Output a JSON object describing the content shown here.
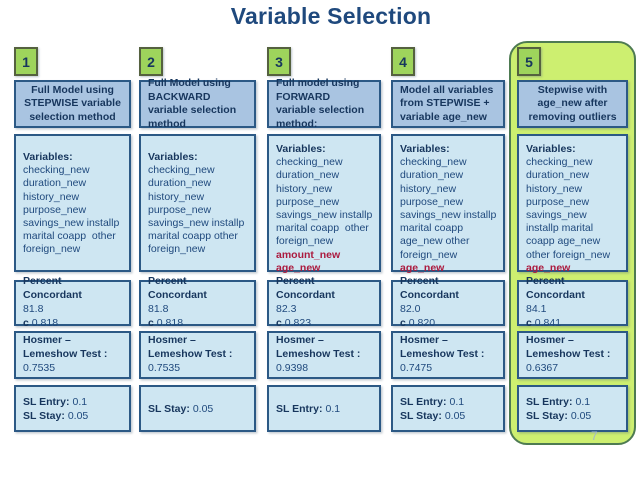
{
  "title": "Variable Selection",
  "page_number": "7",
  "colors": {
    "title_navy": "#1F497D",
    "box_border": "#2C5985",
    "header_fill": "#A9C4E1",
    "content_fill": "#CEE6F2",
    "badge_fill": "#9ED45C",
    "badge_border": "#55613F",
    "highlight_container_fill": "#CDEF70",
    "highlight_container_border": "#4E7B52",
    "highlight_red": "#AB1A3F"
  },
  "columns": [
    {
      "number": "1",
      "header": "Full Model using STEPWISE variable selection method",
      "variables_label": "Variables:",
      "variables": [
        {
          "t": "checking_new"
        },
        {
          "t": "duration_new"
        },
        {
          "t": "history_new"
        },
        {
          "t": "purpose_new"
        },
        {
          "t": "savings_new installp"
        },
        {
          "t": "marital coapp  other"
        },
        {
          "t": "foreign_new"
        }
      ],
      "percent": {
        "label": "Percent Concordant",
        "value": "81.8",
        "c_label": "c",
        "c_value": "0.818"
      },
      "hosmer": {
        "label": "Hosmer – Lemeshow Test :",
        "value": "0.7535"
      },
      "sl": [
        {
          "label": "SL Entry:",
          "value": "0.1"
        },
        {
          "label": "SL Stay:",
          "value": "0.05"
        }
      ]
    },
    {
      "number": "2",
      "header": "Full Model using BACKWARD variable selection method",
      "variables_label": "Variables:",
      "variables": [
        {
          "t": "checking_new"
        },
        {
          "t": "duration_new"
        },
        {
          "t": "history_new"
        },
        {
          "t": "purpose_new"
        },
        {
          "t": "savings_new installp"
        },
        {
          "t": "marital coapp other"
        },
        {
          "t": "foreign_new"
        }
      ],
      "percent": {
        "label": "Percent Concordant",
        "value": "81.8",
        "c_label": "c",
        "c_value": "0.818"
      },
      "hosmer": {
        "label": "Hosmer – Lemeshow Test :",
        "value": "0.7535"
      },
      "sl": [
        {
          "label": "SL Stay:",
          "value": "0.05"
        }
      ]
    },
    {
      "number": "3",
      "header": "Full model using FORWARD variable selection method:",
      "variables_label": "Variables:",
      "variables": [
        {
          "t": "checking_new"
        },
        {
          "t": "duration_new"
        },
        {
          "t": "history_new"
        },
        {
          "t": "purpose_new"
        },
        {
          "t": "savings_new installp"
        },
        {
          "t": "marital coapp  other"
        },
        {
          "t": "foreign_new"
        },
        {
          "t": "amount_new",
          "red": true
        },
        {
          "t": "age_new",
          "red": true
        }
      ],
      "percent": {
        "label": "Percent Concordant",
        "value": "82.3",
        "c_label": "c",
        "c_value": "0.823"
      },
      "hosmer": {
        "label": "Hosmer – Lemeshow Test :",
        "value": "0.9398"
      },
      "sl": [
        {
          "label": "SL Entry:",
          "value": "0.1"
        }
      ]
    },
    {
      "number": "4",
      "header": "Model all variables from STEPWISE + variable age_new",
      "variables_label": "Variables:",
      "variables": [
        {
          "t": "checking_new"
        },
        {
          "t": "duration_new"
        },
        {
          "t": "history_new"
        },
        {
          "t": "purpose_new"
        },
        {
          "t": "savings_new installp"
        },
        {
          "t": "marital coapp"
        },
        {
          "t": "age_new other"
        },
        {
          "t": "foreign_new"
        },
        {
          "t": "age_new",
          "red": true
        }
      ],
      "percent": {
        "label": "Percent Concordant",
        "value": "82.0",
        "c_label": "c",
        "c_value": "0.820"
      },
      "hosmer": {
        "label": "Hosmer – Lemeshow Test :",
        "value": "0.7475"
      },
      "sl": [
        {
          "label": "SL Entry:",
          "value": "0.1"
        },
        {
          "label": "SL Stay:",
          "value": "0.05"
        }
      ]
    },
    {
      "number": "5",
      "header": "Stepwise with age_new after removing outliers",
      "variables_label": "Variables:",
      "variables": [
        {
          "t": "checking_new"
        },
        {
          "t": "duration_new"
        },
        {
          "t": "history_new"
        },
        {
          "t": "purpose_new"
        },
        {
          "t": "savings_new"
        },
        {
          "t": "installp marital"
        },
        {
          "t": "coapp age_new"
        },
        {
          "t": "other foreign_new"
        },
        {
          "t": "age_new",
          "red": true
        }
      ],
      "percent": {
        "label": "Percent Concordant",
        "value": "84.1",
        "c_label": "c",
        "c_value": "0.841"
      },
      "hosmer": {
        "label": "Hosmer – Lemeshow Test :",
        "value": "0.6367"
      },
      "sl": [
        {
          "label": "SL Entry:",
          "value": "0.1"
        },
        {
          "label": "SL Stay:",
          "value": "0.05"
        }
      ]
    }
  ]
}
